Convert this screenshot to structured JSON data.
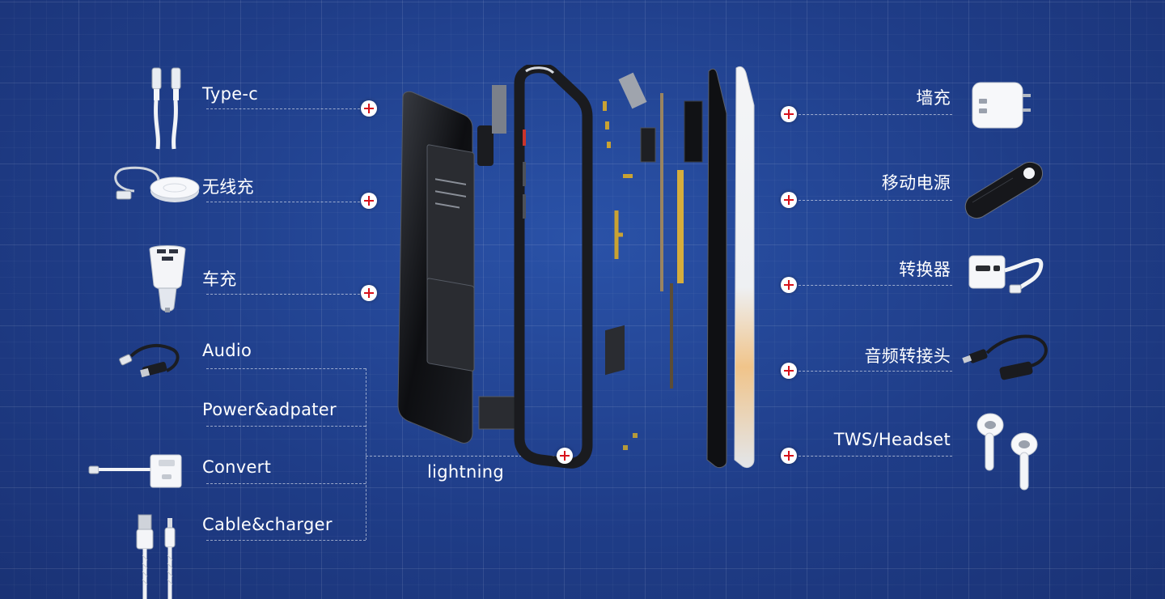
{
  "left_items": [
    {
      "label": "Type-c",
      "icon": "type-c-cable-icon"
    },
    {
      "label": "无线充",
      "icon": "wireless-charger-icon"
    },
    {
      "label": "车充",
      "icon": "car-charger-icon"
    },
    {
      "label": "Audio",
      "icon": "audio-adapter-icon"
    },
    {
      "label": "Power&adpater",
      "icon": ""
    },
    {
      "label": "Convert",
      "icon": "convert-adapter-icon"
    },
    {
      "label": "Cable&charger",
      "icon": "usb-lightning-cable-icon"
    }
  ],
  "center_label": "lightning",
  "right_items": [
    {
      "label": "墙充",
      "icon": "wall-charger-icon"
    },
    {
      "label": "移动电源",
      "icon": "power-bank-icon"
    },
    {
      "label": "转换器",
      "icon": "converter-icon"
    },
    {
      "label": "音频转接头",
      "icon": "audio-jack-adapter-icon"
    },
    {
      "label": "TWS/Headset",
      "icon": "earbuds-icon"
    }
  ],
  "colors": {
    "background": "#22428f",
    "plus_marker": "#d8121b",
    "text": "#ffffff"
  }
}
